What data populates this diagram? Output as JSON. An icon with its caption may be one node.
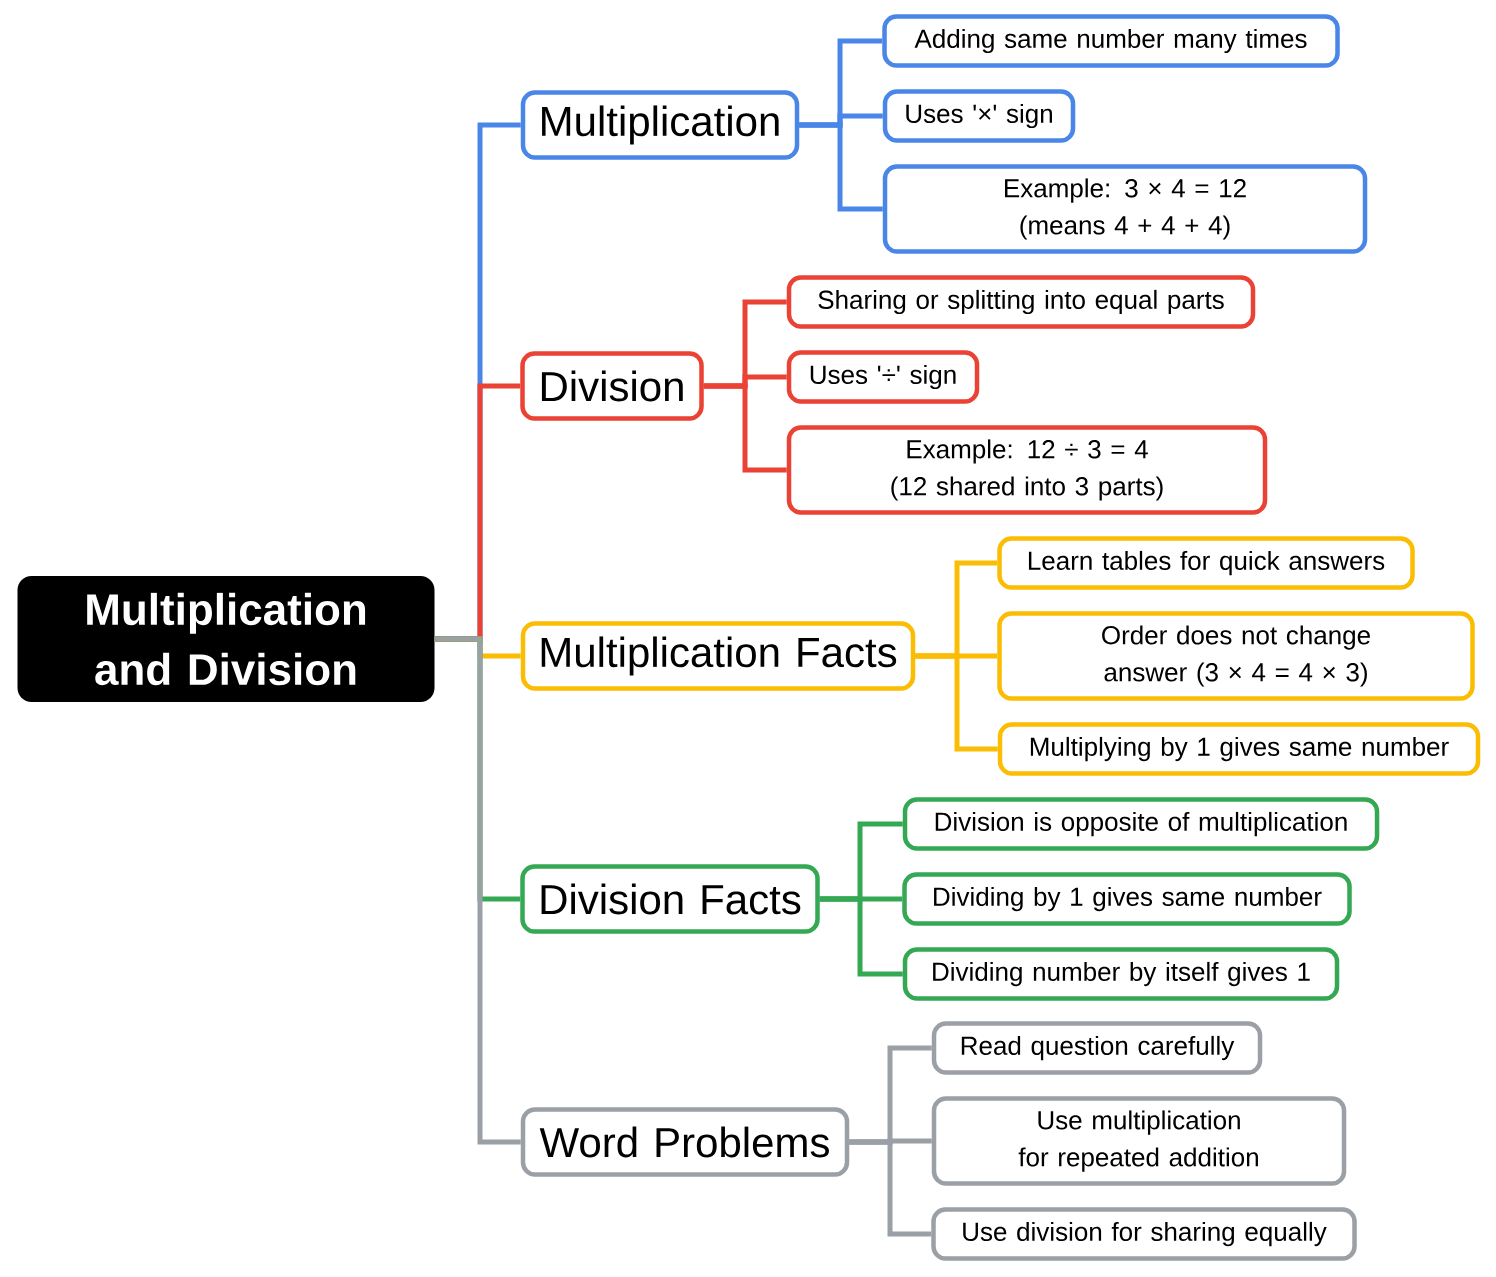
{
  "diagram": {
    "nodes": [
      {
        "text": [
          "Multiplication and Division"
        ]
      },
      {
        "text": [
          "Multiplication"
        ]
      },
      {
        "text": [
          "Adding same number many times"
        ]
      },
      {
        "text": [
          "Uses '×' sign"
        ]
      },
      {
        "text": [
          "Example: 3 × 4 = 12 (means 4 + 4 + 4)"
        ]
      },
      {
        "text": [
          "Division"
        ]
      },
      {
        "text": [
          "Sharing or splitting into equal parts"
        ]
      },
      {
        "text": [
          "Uses '÷' sign"
        ]
      },
      {
        "text": [
          "Example: 12 ÷ 3 = 4 (12 shared into 3 parts)"
        ]
      },
      {
        "text": [
          "Multiplication Facts"
        ]
      },
      {
        "text": [
          "Learn tables for quick answers"
        ]
      },
      {
        "text": [
          "Order does not change answer (3 × 4 = 4 × 3)"
        ]
      },
      {
        "text": [
          "Multiplying by 1 gives same number"
        ]
      },
      {
        "text": [
          "Division Facts"
        ]
      },
      {
        "text": [
          "Division is opposite of multiplication"
        ]
      },
      {
        "text": [
          "Dividing by 1 gives same number"
        ]
      },
      {
        "text": [
          "Dividing number by itself gives 1"
        ]
      },
      {
        "text": [
          "Word Problems"
        ]
      },
      {
        "text": [
          "Read question carefully"
        ]
      },
      {
        "text": [
          "Use multiplication for repeated addition"
        ]
      },
      {
        "text": [
          "Use division for sharing equally"
        ]
      }
    ],
    "edges": [
      {
        "from": 0,
        "to": 1,
        "arrow": "none",
        "color": "#4a86e8"
      },
      {
        "from": 1,
        "to": 2,
        "arrow": "none",
        "color": "#4a86e8"
      },
      {
        "from": 1,
        "to": 3,
        "arrow": "none",
        "color": "#4a86e8"
      },
      {
        "from": 1,
        "to": 4,
        "arrow": "none",
        "color": "#4a86e8"
      },
      {
        "from": 0,
        "to": 5,
        "arrow": "none",
        "color": "#ea4335"
      },
      {
        "from": 5,
        "to": 6,
        "arrow": "none",
        "color": "#ea4335"
      },
      {
        "from": 5,
        "to": 7,
        "arrow": "none",
        "color": "#ea4335"
      },
      {
        "from": 5,
        "to": 8,
        "arrow": "none",
        "color": "#ea4335"
      },
      {
        "from": 0,
        "to": 9,
        "arrow": "none",
        "color": "#fbbc04"
      },
      {
        "from": 9,
        "to": 10,
        "arrow": "none",
        "color": "#fbbc04"
      },
      {
        "from": 9,
        "to": 11,
        "arrow": "none",
        "color": "#fbbc04"
      },
      {
        "from": 9,
        "to": 12,
        "arrow": "none",
        "color": "#fbbc04"
      },
      {
        "from": 0,
        "to": 13,
        "arrow": "none",
        "color": "#34a853"
      },
      {
        "from": 13,
        "to": 14,
        "arrow": "none",
        "color": "#34a853"
      },
      {
        "from": 13,
        "to": 15,
        "arrow": "none",
        "color": "#34a853"
      },
      {
        "from": 13,
        "to": 16,
        "arrow": "none",
        "color": "#34a853"
      },
      {
        "from": 0,
        "to": 17,
        "arrow": "none",
        "color": "#9aa0a6"
      },
      {
        "from": 17,
        "to": 18,
        "arrow": "none",
        "color": "#9aa0a6"
      },
      {
        "from": 17,
        "to": 19,
        "arrow": "none",
        "color": "#9aa0a6"
      },
      {
        "from": 17,
        "to": 20,
        "arrow": "none",
        "color": "#9aa0a6"
      }
    ]
  }
}
